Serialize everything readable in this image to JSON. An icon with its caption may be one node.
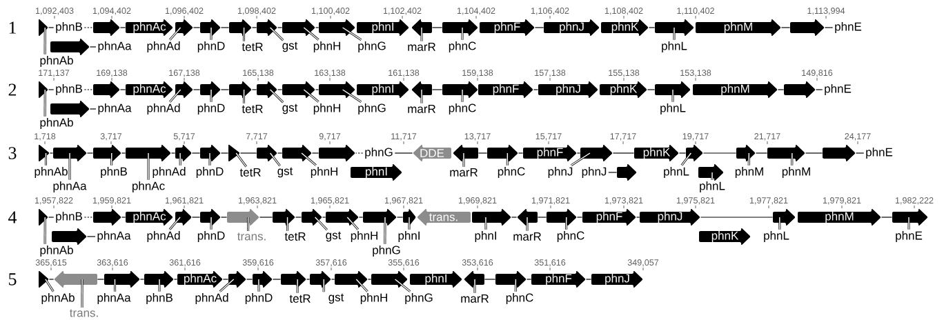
{
  "diagram": {
    "nodes": [
      {
        "text": [],
        "shape": "triangle"
      },
      {
        "text": [
          "phnAb"
        ]
      },
      {
        "text": [
          "phnB"
        ]
      },
      {
        "text": [],
        "shape": "arrow"
      },
      {
        "text": [],
        "shape": "arrow"
      },
      {
        "text": [
          "phnAa"
        ]
      },
      {
        "text": [
          "phnAc"
        ]
      },
      {
        "text": [],
        "shape": "arrow"
      },
      {
        "text": [
          "phnAd"
        ]
      },
      {
        "text": [],
        "shape": "arrow"
      },
      {
        "text": [
          "phnD"
        ]
      },
      {
        "text": [],
        "shape": "arrow"
      },
      {
        "text": [
          "tetR"
        ]
      },
      {
        "text": [],
        "shape": "arrow"
      },
      {
        "text": [
          "gst"
        ]
      },
      {
        "text": [],
        "shape": "arrow"
      },
      {
        "text": [
          "phnH"
        ]
      },
      {
        "text": [],
        "shape": "arrow"
      },
      {
        "text": [
          "phnG"
        ]
      },
      {
        "text": [
          "phnI"
        ]
      },
      {
        "text": [],
        "shape": "arrow"
      },
      {
        "text": [
          "marR"
        ]
      },
      {
        "text": [],
        "shape": "arrow"
      },
      {
        "text": [
          "phnC"
        ]
      },
      {
        "text": [
          "phnF"
        ]
      },
      {
        "text": [
          "phnJ"
        ]
      },
      {
        "text": [
          "phnK"
        ]
      },
      {
        "text": [],
        "shape": "arrow"
      },
      {
        "text": [
          "phnL"
        ]
      },
      {
        "text": [
          "phnM"
        ]
      },
      {
        "text": [],
        "shape": "arrow"
      },
      {
        "text": [
          "phnE"
        ]
      },
      {
        "text": [],
        "shape": "triangle"
      },
      {
        "text": [
          "phnAb"
        ]
      },
      {
        "text": [
          "phnB"
        ]
      },
      {
        "text": [],
        "shape": "arrow"
      },
      {
        "text": [],
        "shape": "arrow"
      },
      {
        "text": [
          "phnAa"
        ]
      },
      {
        "text": [
          "phnAc"
        ]
      },
      {
        "text": [],
        "shape": "arrow"
      },
      {
        "text": [
          "phnAd"
        ]
      },
      {
        "text": [],
        "shape": "arrow"
      },
      {
        "text": [
          "phnD"
        ]
      },
      {
        "text": [],
        "shape": "arrow"
      },
      {
        "text": [
          "tetR"
        ]
      },
      {
        "text": [],
        "shape": "arrow"
      },
      {
        "text": [
          "gst"
        ]
      },
      {
        "text": [],
        "shape": "arrow"
      },
      {
        "text": [
          "phnH"
        ]
      },
      {
        "text": [],
        "shape": "arrow"
      },
      {
        "text": [
          "phnG"
        ]
      },
      {
        "text": [
          "phnI"
        ]
      },
      {
        "text": [],
        "shape": "arrow"
      },
      {
        "text": [
          "marR"
        ]
      },
      {
        "text": [],
        "shape": "arrow"
      },
      {
        "text": [
          "phnC"
        ]
      },
      {
        "text": [
          "phnF"
        ]
      },
      {
        "text": [
          "phnJ"
        ]
      },
      {
        "text": [
          "phnK"
        ]
      },
      {
        "text": [],
        "shape": "arrow"
      },
      {
        "text": [
          "phnL"
        ]
      },
      {
        "text": [
          "phnM"
        ]
      },
      {
        "text": [],
        "shape": "arrow"
      },
      {
        "text": [
          "phnE"
        ]
      },
      {
        "text": [],
        "shape": "triangle"
      },
      {
        "text": [
          "phnAb"
        ]
      },
      {
        "text": [],
        "shape": "arrow"
      },
      {
        "text": [
          "phnAa"
        ]
      },
      {
        "text": [],
        "shape": "arrow"
      },
      {
        "text": [
          "phnB"
        ]
      },
      {
        "text": [],
        "shape": "arrow"
      },
      {
        "text": [
          "phnAc"
        ]
      },
      {
        "text": [],
        "shape": "arrow"
      },
      {
        "text": [
          "phnAd"
        ]
      },
      {
        "text": [],
        "shape": "arrow"
      },
      {
        "text": [
          "phnD"
        ]
      },
      {
        "text": [],
        "shape": "triangle"
      },
      {
        "text": [
          "tetR"
        ]
      },
      {
        "text": [],
        "shape": "arrow"
      },
      {
        "text": [
          "gst"
        ]
      },
      {
        "text": [],
        "shape": "arrow"
      },
      {
        "text": [
          "phnH"
        ]
      },
      {
        "text": [],
        "shape": "arrow"
      },
      {
        "text": [
          "phnG"
        ]
      },
      {
        "text": [
          "phnI"
        ]
      },
      {
        "text": [
          "DDE"
        ]
      },
      {
        "text": [],
        "shape": "arrow"
      },
      {
        "text": [
          "marR"
        ]
      },
      {
        "text": [],
        "shape": "arrow"
      },
      {
        "text": [
          "phnC"
        ]
      },
      {
        "text": [
          "phnF"
        ]
      },
      {
        "text": [],
        "shape": "arrow"
      },
      {
        "text": [
          "phnJ"
        ]
      },
      {
        "text": [
          "phnJ"
        ]
      },
      {
        "text": [],
        "shape": "arrow"
      },
      {
        "text": [
          "phnK"
        ]
      },
      {
        "text": [],
        "shape": "arrow"
      },
      {
        "text": [
          "phnL"
        ]
      },
      {
        "text": [],
        "shape": "arrow"
      },
      {
        "text": [
          "phnL"
        ]
      },
      {
        "text": [],
        "shape": "arrow"
      },
      {
        "text": [
          "phnM"
        ]
      },
      {
        "text": [],
        "shape": "arrow"
      },
      {
        "text": [
          "phnM"
        ]
      },
      {
        "text": [],
        "shape": "arrow"
      },
      {
        "text": [
          "phnE"
        ]
      },
      {
        "text": [],
        "shape": "triangle"
      },
      {
        "text": [
          "phnAb"
        ]
      },
      {
        "text": [
          "phnB"
        ]
      },
      {
        "text": [],
        "shape": "arrow"
      },
      {
        "text": [],
        "shape": "arrow"
      },
      {
        "text": [
          "phnAa"
        ]
      },
      {
        "text": [
          "phnAc"
        ]
      },
      {
        "text": [],
        "shape": "arrow"
      },
      {
        "text": [
          "phnAd"
        ]
      },
      {
        "text": [],
        "shape": "arrow"
      },
      {
        "text": [
          "phnD"
        ]
      },
      {
        "text": [],
        "shape": "arrow"
      },
      {
        "text": [
          "trans."
        ]
      },
      {
        "text": [],
        "shape": "arrow"
      },
      {
        "text": [
          "tetR"
        ]
      },
      {
        "text": [],
        "shape": "arrow"
      },
      {
        "text": [
          "gst"
        ]
      },
      {
        "text": [],
        "shape": "arrow"
      },
      {
        "text": [
          "phnH"
        ]
      },
      {
        "text": [],
        "shape": "arrow"
      },
      {
        "text": [
          "phnG"
        ]
      },
      {
        "text": [],
        "shape": "arrow"
      },
      {
        "text": [
          "phnI"
        ]
      },
      {
        "text": [
          "trans."
        ]
      },
      {
        "text": [],
        "shape": "arrow"
      },
      {
        "text": [
          "phnI"
        ]
      },
      {
        "text": [],
        "shape": "arrow"
      },
      {
        "text": [
          "marR"
        ]
      },
      {
        "text": [],
        "shape": "arrow"
      },
      {
        "text": [
          "phnC"
        ]
      },
      {
        "text": [
          "phnF"
        ]
      },
      {
        "text": [
          "phnJ"
        ]
      },
      {
        "text": [
          "phnK"
        ]
      },
      {
        "text": [],
        "shape": "arrow"
      },
      {
        "text": [
          "phnL"
        ]
      },
      {
        "text": [
          "phnM"
        ]
      },
      {
        "text": [],
        "shape": "arrow"
      },
      {
        "text": [
          "phnE"
        ]
      },
      {
        "text": [],
        "shape": "triangle"
      },
      {
        "text": [
          "phnAb"
        ]
      },
      {
        "text": [],
        "shape": "arrow"
      },
      {
        "text": [
          "trans."
        ]
      },
      {
        "text": [],
        "shape": "arrow"
      },
      {
        "text": [
          "phnAa"
        ]
      },
      {
        "text": [],
        "shape": "arrow"
      },
      {
        "text": [
          "phnB"
        ]
      },
      {
        "text": [
          "phnAc"
        ]
      },
      {
        "text": [],
        "shape": "arrow"
      },
      {
        "text": [
          "phnAd"
        ]
      },
      {
        "text": [],
        "shape": "arrow"
      },
      {
        "text": [
          "phnD"
        ]
      },
      {
        "text": [],
        "shape": "arrow"
      },
      {
        "text": [
          "tetR"
        ]
      },
      {
        "text": [],
        "shape": "arrow"
      },
      {
        "text": [
          "gst"
        ]
      },
      {
        "text": [],
        "shape": "arrow"
      },
      {
        "text": [
          "phnH"
        ]
      },
      {
        "text": [],
        "shape": "arrow"
      },
      {
        "text": [
          "phnG"
        ]
      },
      {
        "text": [
          "phnI"
        ]
      },
      {
        "text": [],
        "shape": "arrow"
      },
      {
        "text": [
          "marR"
        ]
      },
      {
        "text": [],
        "shape": "arrow"
      },
      {
        "text": [
          "phnC"
        ]
      },
      {
        "text": [
          "phnF"
        ]
      },
      {
        "text": [
          "phnJ"
        ]
      }
    ],
    "edges": [
      {
        "from": 1,
        "to": 0,
        "arrow": "none"
      },
      {
        "from": 2,
        "to": 3,
        "arrow": "none",
        "style": "dashed"
      },
      {
        "from": 5,
        "to": 4,
        "arrow": "none"
      },
      {
        "from": 8,
        "to": 7,
        "arrow": "none"
      },
      {
        "from": 10,
        "to": 9,
        "arrow": "none"
      },
      {
        "from": 12,
        "to": 11,
        "arrow": "none"
      },
      {
        "from": 14,
        "to": 13,
        "arrow": "none"
      },
      {
        "from": 16,
        "to": 15,
        "arrow": "none"
      },
      {
        "from": 18,
        "to": 17,
        "arrow": "none"
      },
      {
        "from": 21,
        "to": 20,
        "arrow": "none"
      },
      {
        "from": 23,
        "to": 22,
        "arrow": "none"
      },
      {
        "from": 28,
        "to": 27,
        "arrow": "none"
      },
      {
        "from": 31,
        "to": 30,
        "arrow": "none"
      },
      {
        "from": 33,
        "to": 32,
        "arrow": "none"
      },
      {
        "from": 34,
        "to": 35,
        "arrow": "none",
        "style": "dashed"
      },
      {
        "from": 37,
        "to": 36,
        "arrow": "none"
      },
      {
        "from": 40,
        "to": 39,
        "arrow": "none"
      },
      {
        "from": 42,
        "to": 41,
        "arrow": "none"
      },
      {
        "from": 44,
        "to": 43,
        "arrow": "none"
      },
      {
        "from": 46,
        "to": 45,
        "arrow": "none"
      },
      {
        "from": 48,
        "to": 47,
        "arrow": "none"
      },
      {
        "from": 50,
        "to": 49,
        "arrow": "none"
      },
      {
        "from": 53,
        "to": 52,
        "arrow": "none"
      },
      {
        "from": 55,
        "to": 54,
        "arrow": "none"
      },
      {
        "from": 60,
        "to": 59,
        "arrow": "none"
      },
      {
        "from": 63,
        "to": 62,
        "arrow": "none"
      },
      {
        "from": 65,
        "to": 64,
        "arrow": "none"
      },
      {
        "from": 67,
        "to": 66,
        "arrow": "none"
      },
      {
        "from": 69,
        "to": 68,
        "arrow": "none"
      },
      {
        "from": 71,
        "to": 70,
        "arrow": "none"
      },
      {
        "from": 73,
        "to": 72,
        "arrow": "none"
      },
      {
        "from": 75,
        "to": 74,
        "arrow": "none"
      },
      {
        "from": 77,
        "to": 76,
        "arrow": "none"
      },
      {
        "from": 79,
        "to": 78,
        "arrow": "none"
      },
      {
        "from": 81,
        "to": 80,
        "arrow": "none"
      },
      {
        "from": 83,
        "to": 82,
        "arrow": "none",
        "style": "dashed"
      },
      {
        "from": 87,
        "to": 86,
        "arrow": "none"
      },
      {
        "from": 89,
        "to": 88,
        "arrow": "none"
      },
      {
        "from": 92,
        "to": 91,
        "arrow": "none"
      },
      {
        "from": 93,
        "to": 94,
        "arrow": "none"
      },
      {
        "from": 97,
        "to": 96,
        "arrow": "none"
      },
      {
        "from": 99,
        "to": 98,
        "arrow": "none"
      },
      {
        "from": 101,
        "to": 100,
        "arrow": "none"
      },
      {
        "from": 103,
        "to": 102,
        "arrow": "none"
      },
      {
        "from": 105,
        "to": 104,
        "arrow": "none"
      },
      {
        "from": 107,
        "to": 106,
        "arrow": "none"
      },
      {
        "from": 108,
        "to": 109,
        "arrow": "none",
        "style": "dashed"
      },
      {
        "from": 111,
        "to": 110,
        "arrow": "none"
      },
      {
        "from": 114,
        "to": 113,
        "arrow": "none"
      },
      {
        "from": 116,
        "to": 115,
        "arrow": "none"
      },
      {
        "from": 118,
        "to": 117,
        "arrow": "none"
      },
      {
        "from": 120,
        "to": 119,
        "arrow": "none"
      },
      {
        "from": 122,
        "to": 121,
        "arrow": "none"
      },
      {
        "from": 124,
        "to": 123,
        "arrow": "none"
      },
      {
        "from": 126,
        "to": 125,
        "arrow": "none"
      },
      {
        "from": 128,
        "to": 127,
        "arrow": "none"
      },
      {
        "from": 131,
        "to": 130,
        "arrow": "none"
      },
      {
        "from": 133,
        "to": 132,
        "arrow": "none"
      },
      {
        "from": 135,
        "to": 134,
        "arrow": "none"
      },
      {
        "from": 140,
        "to": 139,
        "arrow": "none"
      },
      {
        "from": 143,
        "to": 142,
        "arrow": "none"
      },
      {
        "from": 145,
        "to": 144,
        "arrow": "none"
      },
      {
        "from": 147,
        "to": 146,
        "arrow": "none"
      },
      {
        "from": 149,
        "to": 148,
        "arrow": "none"
      },
      {
        "from": 151,
        "to": 150,
        "arrow": "none"
      },
      {
        "from": 154,
        "to": 153,
        "arrow": "none"
      },
      {
        "from": 156,
        "to": 155,
        "arrow": "none"
      },
      {
        "from": 158,
        "to": 157,
        "arrow": "none"
      },
      {
        "from": 160,
        "to": 159,
        "arrow": "none"
      },
      {
        "from": 162,
        "to": 161,
        "arrow": "none"
      },
      {
        "from": 164,
        "to": 163,
        "arrow": "none"
      },
      {
        "from": 167,
        "to": 166,
        "arrow": "none"
      },
      {
        "from": 169,
        "to": 168,
        "arrow": "none"
      },
      {
        "from": 0,
        "to": 2,
        "arrow": "none"
      },
      {
        "from": 3,
        "to": 6,
        "arrow": "none"
      },
      {
        "from": 7,
        "to": 9,
        "arrow": "none"
      },
      {
        "from": 9,
        "to": 11,
        "arrow": "none"
      },
      {
        "from": 11,
        "to": 13,
        "arrow": "none"
      },
      {
        "from": 13,
        "to": 15,
        "arrow": "none"
      },
      {
        "from": 15,
        "to": 17,
        "arrow": "none"
      },
      {
        "from": 20,
        "to": 22,
        "arrow": "none"
      },
      {
        "from": 24,
        "to": 25,
        "arrow": "none"
      },
      {
        "from": 26,
        "to": 27,
        "arrow": "none"
      },
      {
        "from": 29,
        "to": 30,
        "arrow": "none"
      },
      {
        "from": 32,
        "to": 34,
        "arrow": "none"
      },
      {
        "from": 35,
        "to": 38,
        "arrow": "none"
      },
      {
        "from": 39,
        "to": 41,
        "arrow": "none"
      },
      {
        "from": 41,
        "to": 43,
        "arrow": "none"
      },
      {
        "from": 43,
        "to": 45,
        "arrow": "none"
      },
      {
        "from": 45,
        "to": 47,
        "arrow": "none"
      },
      {
        "from": 47,
        "to": 49,
        "arrow": "none"
      },
      {
        "from": 52,
        "to": 54,
        "arrow": "none"
      },
      {
        "from": 56,
        "to": 57,
        "arrow": "none"
      },
      {
        "from": 58,
        "to": 59,
        "arrow": "none"
      },
      {
        "from": 61,
        "to": 62,
        "arrow": "none"
      },
      {
        "from": 64,
        "to": 66,
        "arrow": "none"
      },
      {
        "from": 66,
        "to": 68,
        "arrow": "none"
      },
      {
        "from": 68,
        "to": 70,
        "arrow": "none"
      },
      {
        "from": 70,
        "to": 72,
        "arrow": "none"
      },
      {
        "from": 72,
        "to": 74,
        "arrow": "none"
      },
      {
        "from": 74,
        "to": 76,
        "arrow": "none"
      },
      {
        "from": 76,
        "to": 78,
        "arrow": "none"
      },
      {
        "from": 78,
        "to": 80,
        "arrow": "none"
      },
      {
        "from": 80,
        "to": 82,
        "arrow": "none"
      },
      {
        "from": 85,
        "to": 83,
        "arrow": "none"
      },
      {
        "from": 86,
        "to": 88,
        "arrow": "none"
      },
      {
        "from": 88,
        "to": 90,
        "arrow": "none"
      },
      {
        "from": 90,
        "to": 91,
        "arrow": "none"
      },
      {
        "from": 91,
        "to": 95,
        "arrow": "none"
      },
      {
        "from": 95,
        "to": 96,
        "arrow": "none"
      },
      {
        "from": 96,
        "to": 100,
        "arrow": "none"
      },
      {
        "from": 100,
        "to": 102,
        "arrow": "none"
      },
      {
        "from": 102,
        "to": 104,
        "arrow": "none"
      },
      {
        "from": 106,
        "to": 108,
        "arrow": "none"
      },
      {
        "from": 109,
        "to": 112,
        "arrow": "none"
      },
      {
        "from": 113,
        "to": 115,
        "arrow": "none"
      },
      {
        "from": 115,
        "to": 117,
        "arrow": "none"
      },
      {
        "from": 117,
        "to": 119,
        "arrow": "none"
      },
      {
        "from": 119,
        "to": 121,
        "arrow": "none"
      },
      {
        "from": 121,
        "to": 123,
        "arrow": "none"
      },
      {
        "from": 123,
        "to": 125,
        "arrow": "none"
      },
      {
        "from": 125,
        "to": 127,
        "arrow": "none"
      },
      {
        "from": 130,
        "to": 132,
        "arrow": "none"
      },
      {
        "from": 132,
        "to": 134,
        "arrow": "none"
      },
      {
        "from": 134,
        "to": 136,
        "arrow": "none"
      },
      {
        "from": 136,
        "to": 137,
        "arrow": "none"
      },
      {
        "from": 137,
        "to": 139,
        "arrow": "none"
      },
      {
        "from": 141,
        "to": 142,
        "arrow": "none"
      },
      {
        "from": 144,
        "to": 146,
        "arrow": "none"
      },
      {
        "from": 146,
        "to": 148,
        "arrow": "none"
      },
      {
        "from": 148,
        "to": 150,
        "arrow": "none"
      },
      {
        "from": 150,
        "to": 152,
        "arrow": "none"
      },
      {
        "from": 152,
        "to": 153,
        "arrow": "none"
      },
      {
        "from": 153,
        "to": 155,
        "arrow": "none"
      },
      {
        "from": 155,
        "to": 157,
        "arrow": "none"
      },
      {
        "from": 157,
        "to": 159,
        "arrow": "none"
      },
      {
        "from": 159,
        "to": 161,
        "arrow": "none"
      },
      {
        "from": 161,
        "to": 163,
        "arrow": "none"
      },
      {
        "from": 166,
        "to": 168,
        "arrow": "none"
      },
      {
        "from": 168,
        "to": 170,
        "arrow": "none"
      },
      {
        "from": 170,
        "to": 171,
        "arrow": "none"
      }
    ],
    "labels": [
      "1",
      "1,092,403",
      "1,094,402",
      "1,096,402",
      "1,098,402",
      "1,100,402",
      "1,102,402",
      "1,104,402",
      "1,106,402",
      "1,108,402",
      "1,110,402",
      "1,113,994",
      "2",
      "171,137",
      "169,138",
      "167,138",
      "165,138",
      "163,138",
      "161,138",
      "159,138",
      "157,138",
      "155,138",
      "153,138",
      "149,816",
      "3",
      "1,718",
      "3,717",
      "5,717",
      "7,717",
      "9,717",
      "11,717",
      "13,717",
      "15,717",
      "17,717",
      "19,717",
      "21,717",
      "24,177",
      "4",
      "1,957,822",
      "1,959,821",
      "1,961,821",
      "1,963,821",
      "1,965,821",
      "1,967,821",
      "1,969,821",
      "1,971,821",
      "1,973,821",
      "1,975,821",
      "1,977,821",
      "1,979,821",
      "1,982,222",
      "5",
      "365,615",
      "363,616",
      "361,616",
      "359,616",
      "357,616",
      "355,616",
      "353,616",
      "351,616",
      "349,057"
    ]
  }
}
